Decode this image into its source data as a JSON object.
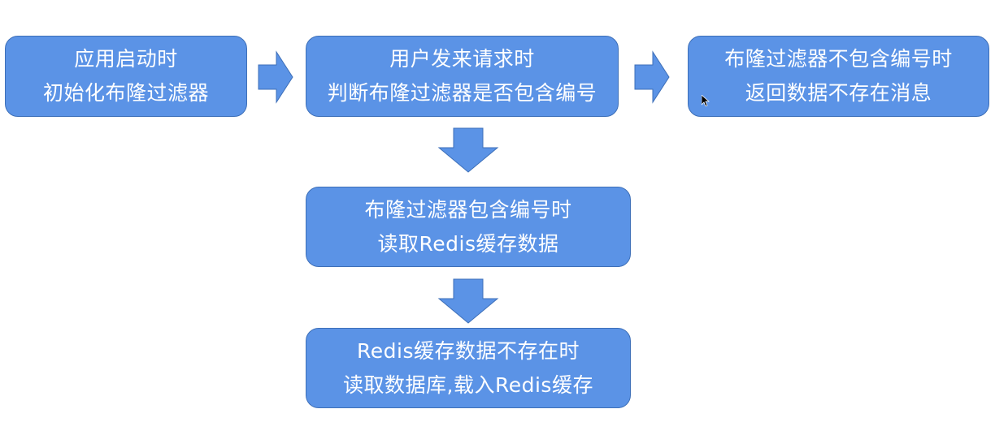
{
  "nodes": {
    "app_start": {
      "line1": "应用启动时",
      "line2": "初始化布隆过滤器"
    },
    "user_request": {
      "line1": "用户发来请求时",
      "line2": "判断布隆过滤器是否包含编号"
    },
    "not_contains": {
      "line1": "布隆过滤器不包含编号时",
      "line2": "返回数据不存在消息"
    },
    "contains": {
      "line1": "布隆过滤器包含编号时",
      "line2": "读取Redis缓存数据"
    },
    "redis_missing": {
      "line1": "Redis缓存数据不存在时",
      "line2": "读取数据库,载入Redis缓存"
    }
  },
  "colors": {
    "node_fill": "#5b93e6",
    "node_border": "#3d6fb8",
    "text": "#ffffff"
  }
}
